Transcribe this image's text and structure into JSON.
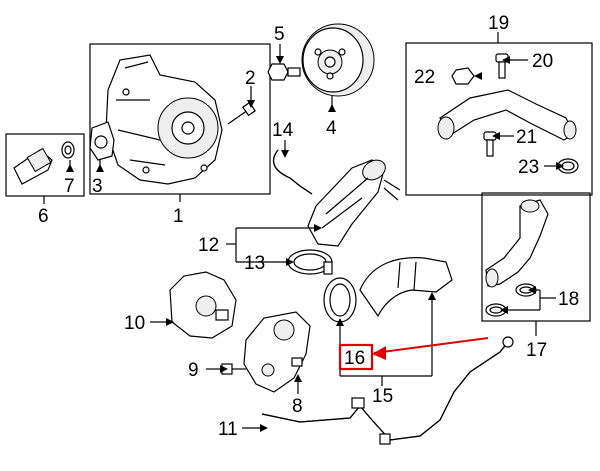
{
  "callouts": {
    "c1": "1",
    "c2": "2",
    "c3": "3",
    "c4": "4",
    "c5": "5",
    "c6": "6",
    "c7": "7",
    "c8": "8",
    "c9": "9",
    "c10": "10",
    "c11": "11",
    "c12": "12",
    "c13": "13",
    "c14": "14",
    "c15": "15",
    "c16": "16",
    "c17": "17",
    "c18": "18",
    "c19": "19",
    "c20": "20",
    "c21": "21",
    "c22": "22",
    "c23": "23"
  },
  "highlight": {
    "target_callout": "16",
    "color": "#e00000"
  }
}
